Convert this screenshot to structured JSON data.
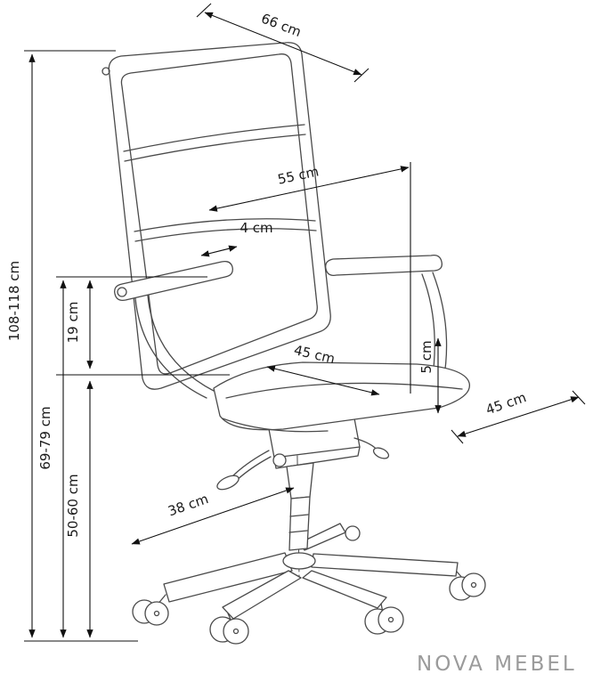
{
  "brand": "NOVA MEBEL",
  "dimensions": {
    "backrest_width": "66 cm",
    "backrest_inner_width": "55 cm",
    "backrest_side": "4 cm",
    "overall_height": "108-118 cm",
    "armrest_height": "69-79 cm",
    "armrest_above_seat": "19 cm",
    "seat_height": "50-60 cm",
    "seat_depth": "45 cm",
    "cushion_thickness": "5 cm",
    "seat_width": "45 cm",
    "base_leg_span": "38 cm"
  }
}
